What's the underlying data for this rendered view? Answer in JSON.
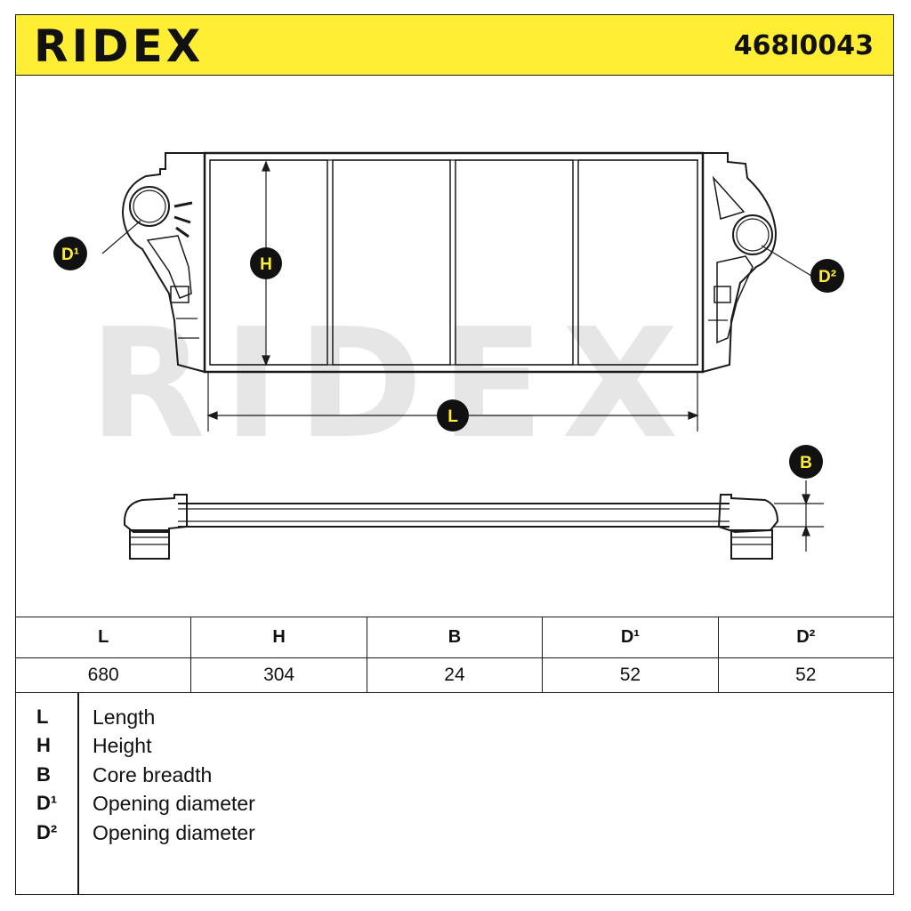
{
  "header": {
    "brand": "RIDEX",
    "part_number": "468I0043"
  },
  "watermark": "RIDEX",
  "labels": {
    "d1": "D¹",
    "d2": "D²",
    "h": "H",
    "l": "L",
    "b": "B"
  },
  "dimensions_table": {
    "headers": [
      "L",
      "H",
      "B",
      "D¹",
      "D²"
    ],
    "values": [
      "680",
      "304",
      "24",
      "52",
      "52"
    ]
  },
  "legend": [
    {
      "symbol": "L",
      "description": "Length"
    },
    {
      "symbol": "H",
      "description": "Height"
    },
    {
      "symbol": "B",
      "description": "Core breadth"
    },
    {
      "symbol": "D¹",
      "description": "Opening diameter"
    },
    {
      "symbol": "D²",
      "description": "Opening diameter"
    }
  ],
  "colors": {
    "accent": "#ffee33",
    "line": "#1a1a1a",
    "watermark": "#e6e6e6"
  }
}
